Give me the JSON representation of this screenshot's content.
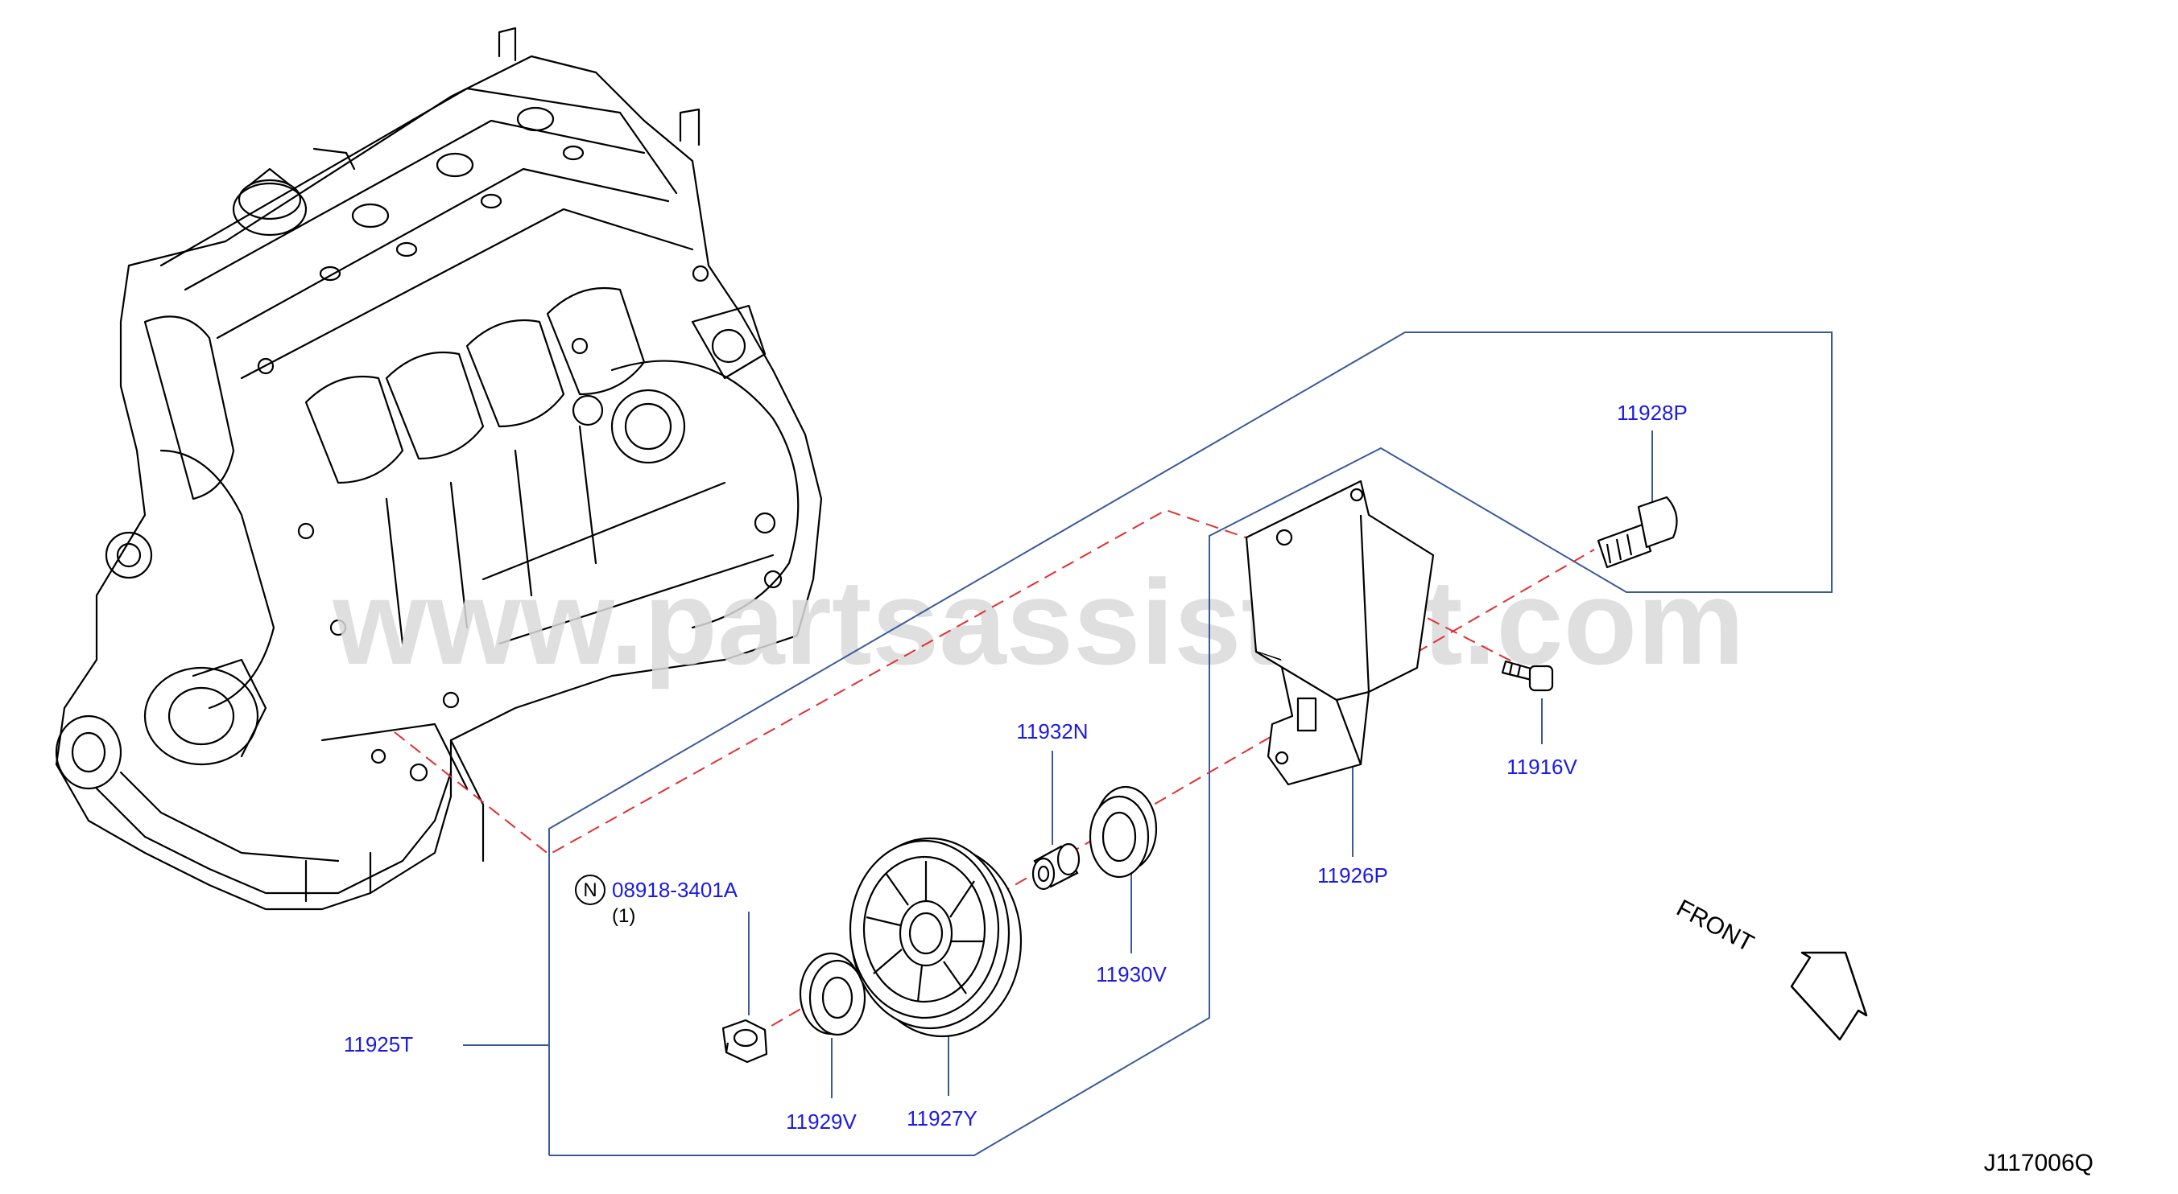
{
  "colors": {
    "line": "#000000",
    "label": "#1a1ae6",
    "leader": "#3a5a9a",
    "dashed": "#e03030",
    "watermark": "#d9d9d9"
  },
  "watermark": "www.partsassistant.com",
  "front_label": "FRONT",
  "diagram_code": "J117006Q",
  "note": {
    "symbol": "N",
    "part_number": "08918-3401A",
    "quantity": "(1)"
  },
  "parts": {
    "p11928P": "11928P",
    "p11916V": "11916V",
    "p11926P": "11926P",
    "p11932N": "11932N",
    "p11930V": "11930V",
    "p11925T": "11925T",
    "p11929V": "11929V",
    "p11927Y": "11927Y"
  }
}
